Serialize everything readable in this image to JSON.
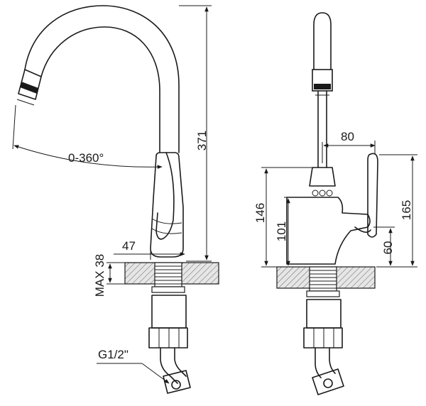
{
  "diagram": {
    "left_view": {
      "rotation_label": "0-360°",
      "height_label": "371",
      "width_label": "47",
      "max_label": "MAX 38",
      "thread_label": "G1/2\""
    },
    "right_view": {
      "spout_label": "80",
      "body_label": "146",
      "inner_label": "101",
      "handle_label": "165",
      "lever_label": "60"
    }
  }
}
